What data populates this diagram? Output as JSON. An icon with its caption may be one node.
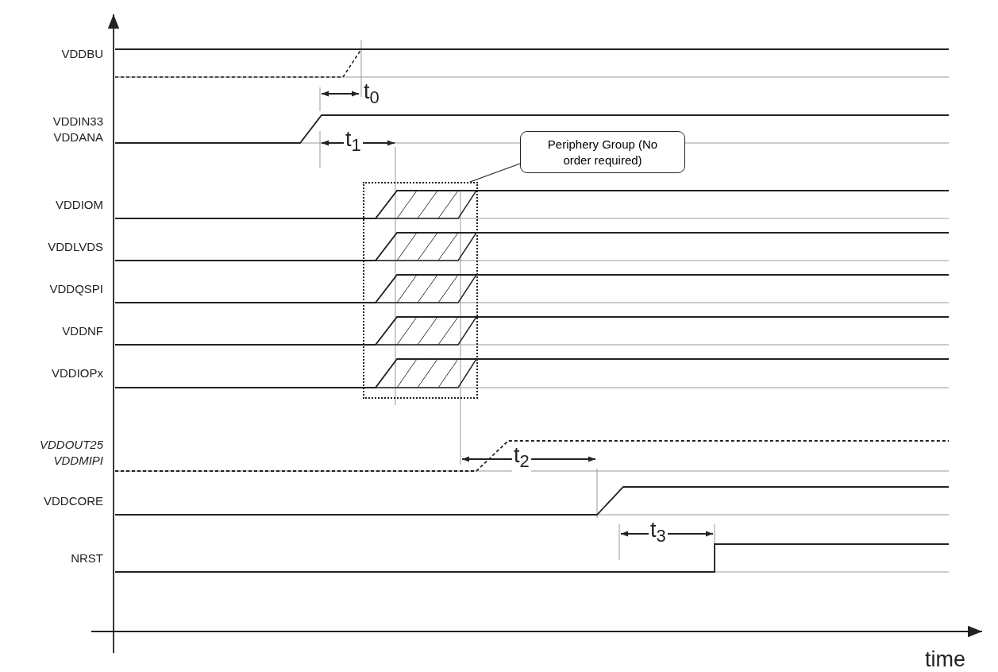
{
  "diagram": {
    "nodes": [
      {
        "text": [
          "Periphery Group (No order required)"
        ]
      },
      {
        "text": [],
        "shape": "box"
      }
    ],
    "edges": [
      {
        "from": 0,
        "to": 1,
        "arrow": "none"
      }
    ],
    "labels": [
      "VDDBU",
      "t$_{0}$",
      "VDDIN33 VDDANA",
      "t$_{1}$",
      "VDDIOM",
      "VDDLVDS",
      "VDDQSPI",
      "VDDNF",
      "VDDIOPx",
      "t$_{2}$",
      "VDDOUT25 VDDMIPI",
      "VDDCORE",
      "t$_{3}$",
      "NRST",
      "time"
    ]
  }
}
